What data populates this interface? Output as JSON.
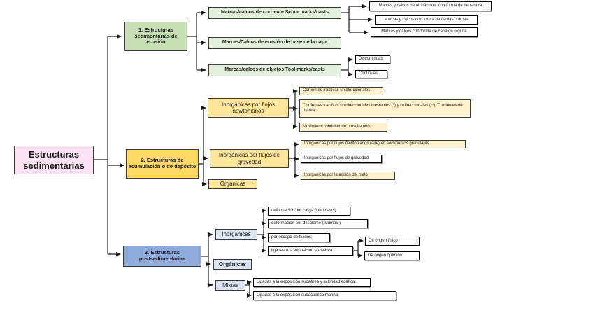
{
  "diagram_title": "Estructuras sedimentarias",
  "colors": {
    "root_fill": "#fbe3f5",
    "erosion_fill": "#c6e0b4",
    "erosion_child_fill": "#e2efda",
    "deposito_fill": "#ffd966",
    "deposito_child_fill": "#ffe699",
    "deposito_grandchild_fill": "#fff2cc",
    "post_fill": "#8faadc",
    "post_child_fill": "#dce6f4",
    "leaf_fill": "#ffffff",
    "line_color": "#1a1a1a"
  },
  "tree": {
    "root": "Estructuras sedimentarias",
    "branch1": {
      "label": "1. Estructuras sedimentarias de erosión",
      "children": [
        {
          "label": "Marcas/calcos de corriente Scour marks/casts",
          "children": [
            "Marcas y calcos de obstáculos :con forma de herradura",
            "Marcas y calcos con forma de flautas o flutes",
            "Marcas y calcos con forma de canalón o gutte"
          ]
        },
        {
          "label": "Marcas/Calcos de erosión de base de la capa"
        },
        {
          "label": "Marcas/calcos de objetos Tool marks/casts",
          "children": [
            "Discontinuas",
            "Continuas"
          ]
        }
      ]
    },
    "branch2": {
      "label": "2. Estructuras de acumulación o de depósito",
      "children": [
        {
          "label": "Inorgánicas por flujos newtonianos",
          "children": [
            "Corrientes tractivas unidireccionales",
            "Corrientes tractivas unidireccionales inestables (*) y bidireccionales (**): Corrientes de marea",
            "Movimiento ondulatorio u oscilatorio:"
          ]
        },
        {
          "label": "Inorgánicas por flujos de gravedad",
          "children": [
            "Inorgánicas por flujos newtonianos (aire) en sedimentos granulares",
            "Inorgánicas por flujos de gravedad",
            "Inorgánicas por la acción del hielo"
          ]
        },
        {
          "label": "Orgánicas"
        }
      ]
    },
    "branch3": {
      "label": "3. Estructuras postsedimentarias",
      "children": [
        {
          "label": "Inorgánicas",
          "children": [
            {
              "label": "deformación por carga (load casts)"
            },
            {
              "label": "deformación por desplome ( slumps )"
            },
            {
              "label": "por escape de fluidos:"
            },
            {
              "label": "ligadas a la exposición subaérea",
              "children": [
                "De origen físico",
                "De origen químico:"
              ]
            }
          ]
        },
        {
          "label": "Orgánicas"
        },
        {
          "label": "Mixtas",
          "children": [
            "Ligadas a la exposición subaérea y actividad edáfica:",
            "Ligadas a la exposición subacuática marina:"
          ]
        }
      ]
    }
  }
}
